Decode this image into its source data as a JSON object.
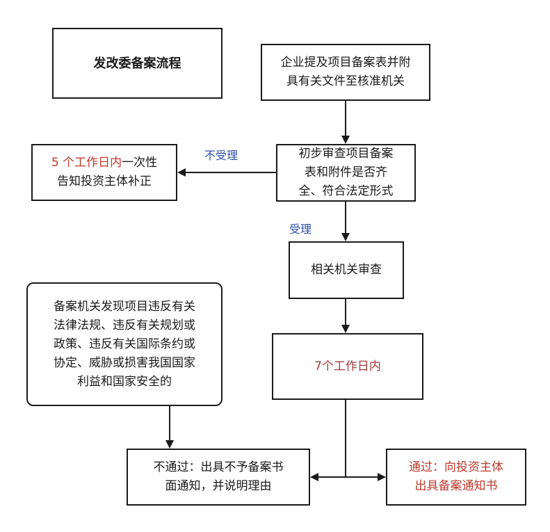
{
  "title": "发改委备案流程",
  "nodes": {
    "submit": {
      "lines": [
        "企业提及项目备案表并附",
        "具有关文件至核准机关"
      ]
    },
    "preliminary": {
      "lines": [
        "初步审查项目备案",
        "表和附件是否齐",
        "全、符合法定形式"
      ]
    },
    "notify_correction": {
      "highlight": "5 个工作日内",
      "rest": "一次性",
      "line2": "告知投资主体补正"
    },
    "review": {
      "text": "相关机关审查"
    },
    "deadline": {
      "text": "7个工作日内"
    },
    "violation": {
      "lines": [
        "备案机关发现项目违反有关",
        "法律法规、违反有关规划或",
        "政策、违反有关国际条约或",
        "协定、威胁或损害我国国家",
        "利益和国家安全的"
      ]
    },
    "reject": {
      "lines": [
        "不通过：出具不予备案书",
        "面通知，并说明理由"
      ]
    },
    "approve": {
      "lines": [
        "通过：向投资主体",
        "出具备案通知书"
      ]
    }
  },
  "edge_labels": {
    "not_accepted": "不受理",
    "accepted": "受理"
  },
  "colors": {
    "line": "#1a1a1a",
    "label_blue": "#2b4fb3",
    "highlight_red": "#c0392b"
  }
}
